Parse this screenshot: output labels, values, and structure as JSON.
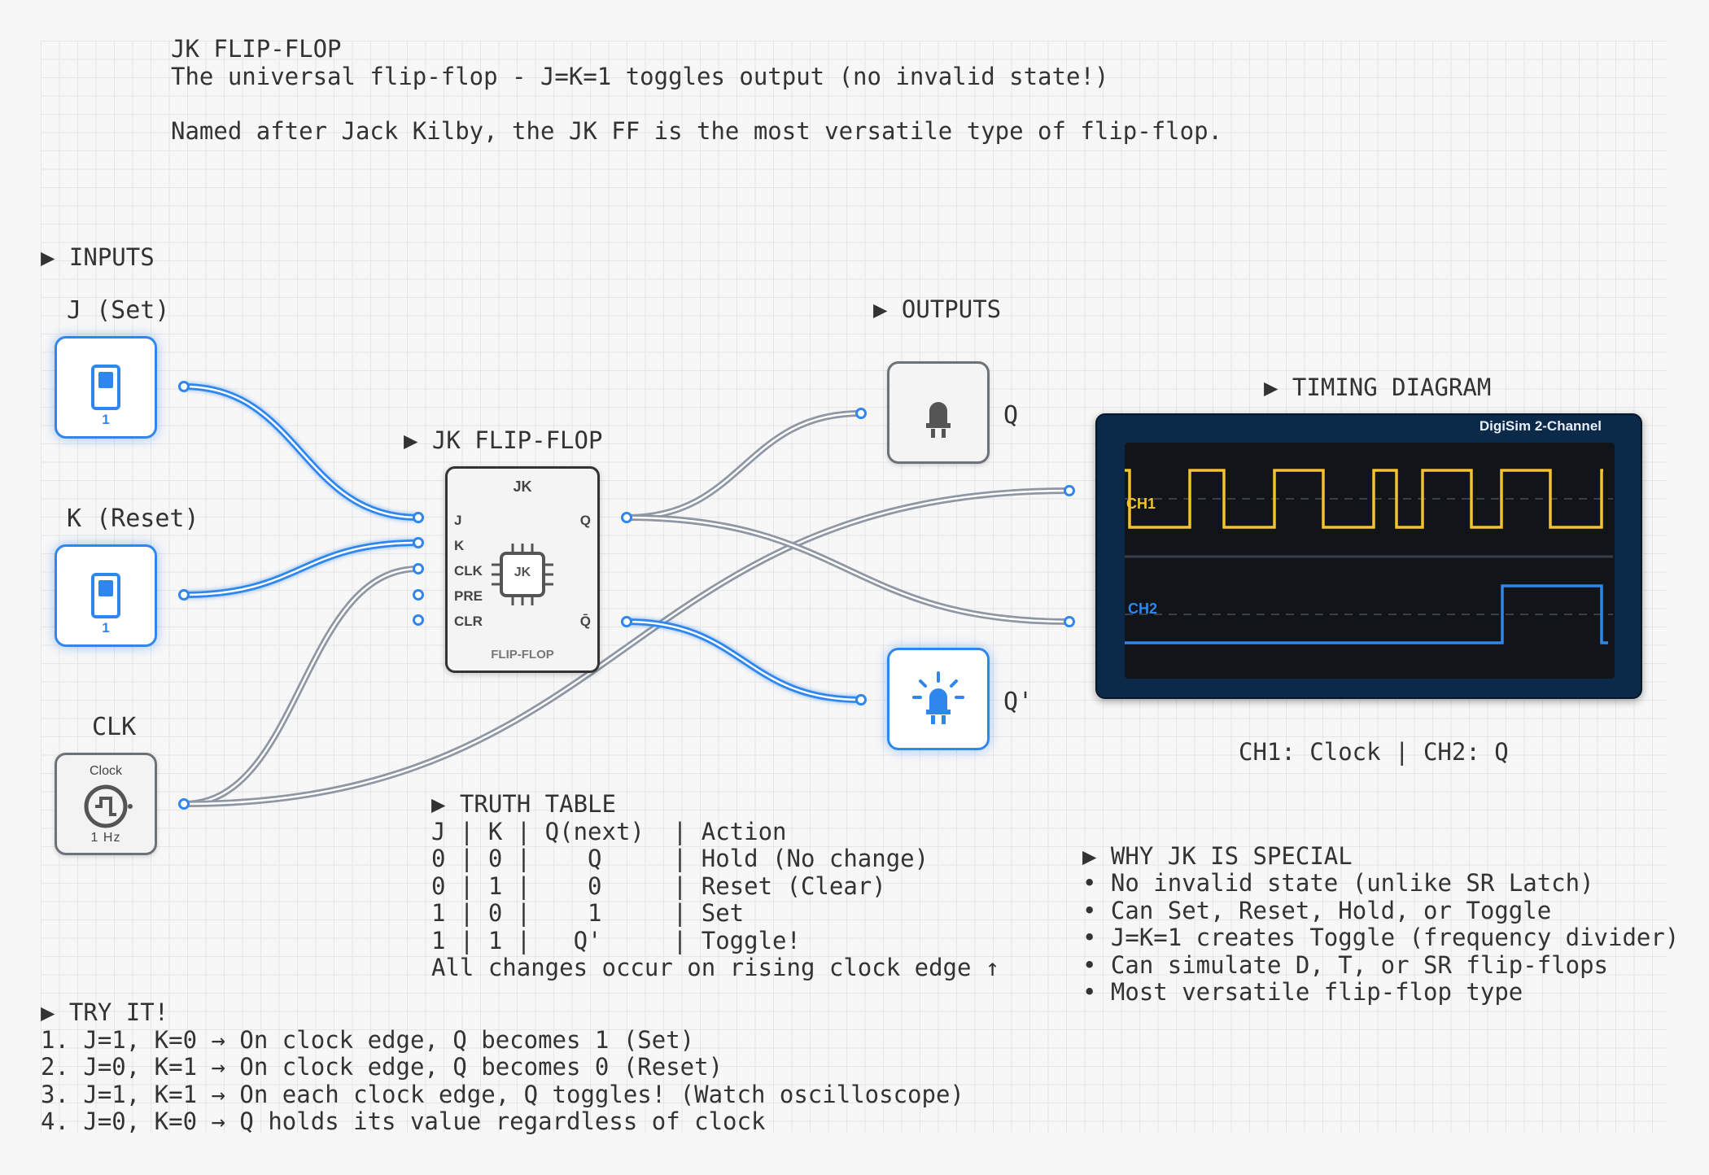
{
  "header": {
    "title": "JK FLIP-FLOP",
    "subtitle": "The universal flip-flop - J=K=1 toggles output (no invalid state!)",
    "description": "Named after Jack Kilby, the JK FF is the most versatile type of flip-flop."
  },
  "sections": {
    "inputs": "▶ INPUTS",
    "outputs": "▶ OUTPUTS",
    "flipflop": "▶ JK FLIP-FLOP",
    "timing": "▶ TIMING DIAGRAM"
  },
  "inputs": {
    "j": {
      "label": "J (Set)",
      "value": "1"
    },
    "k": {
      "label": "K (Reset)",
      "value": "1"
    },
    "clk": {
      "label": "CLK",
      "title": "Clock",
      "freq": "1 Hz"
    }
  },
  "flipflop": {
    "title": "JK",
    "chip": "JK",
    "footer": "FLIP-FLOP",
    "pins_left": [
      "J",
      "K",
      "CLK",
      "PRE",
      "CLR"
    ],
    "pins_right": [
      "Q",
      "Q̄"
    ]
  },
  "outputs": {
    "q": {
      "label": "Q",
      "state": "off"
    },
    "qbar": {
      "label": "Q'",
      "state": "on"
    }
  },
  "scope": {
    "title": "DigiSim 2-Channel",
    "ch1": "CH1",
    "ch2": "CH2",
    "legend": "CH1: Clock | CH2: Q",
    "colors": {
      "ch1": "#f2c230",
      "ch2": "#2f86ec",
      "screen": "#111418",
      "frame": "#0b2a4a"
    }
  },
  "truth_table": {
    "title": "▶ TRUTH TABLE",
    "lines": [
      "J | K | Q(next)  | Action",
      "0 | 0 |    Q     | Hold (No change)",
      "0 | 1 |    0     | Reset (Clear)",
      "1 | 0 |    1     | Set",
      "1 | 1 |   Q'     | Toggle!"
    ],
    "note": "All changes occur on rising clock edge ↑"
  },
  "why": {
    "title": "▶ WHY JK IS SPECIAL",
    "items": [
      "• No invalid state (unlike SR Latch)",
      "• Can Set, Reset, Hold, or Toggle",
      "• J=K=1 creates Toggle (frequency divider)",
      "• Can simulate D, T, or SR flip-flops",
      "• Most versatile flip-flop type"
    ]
  },
  "try": {
    "title": "▶ TRY IT!",
    "items": [
      "1. J=1, K=0 → On clock edge, Q becomes 1 (Set)",
      "2. J=0, K=1 → On clock edge, Q becomes 0 (Reset)",
      "3. J=1, K=1 → On each clock edge, Q toggles! (Watch oscilloscope)",
      "4. J=0, K=0 → Q holds its value regardless of clock"
    ]
  },
  "colors": {
    "active": "#2f86ec",
    "idle": "#6d7178",
    "wire_idle": "#8e97a3"
  }
}
